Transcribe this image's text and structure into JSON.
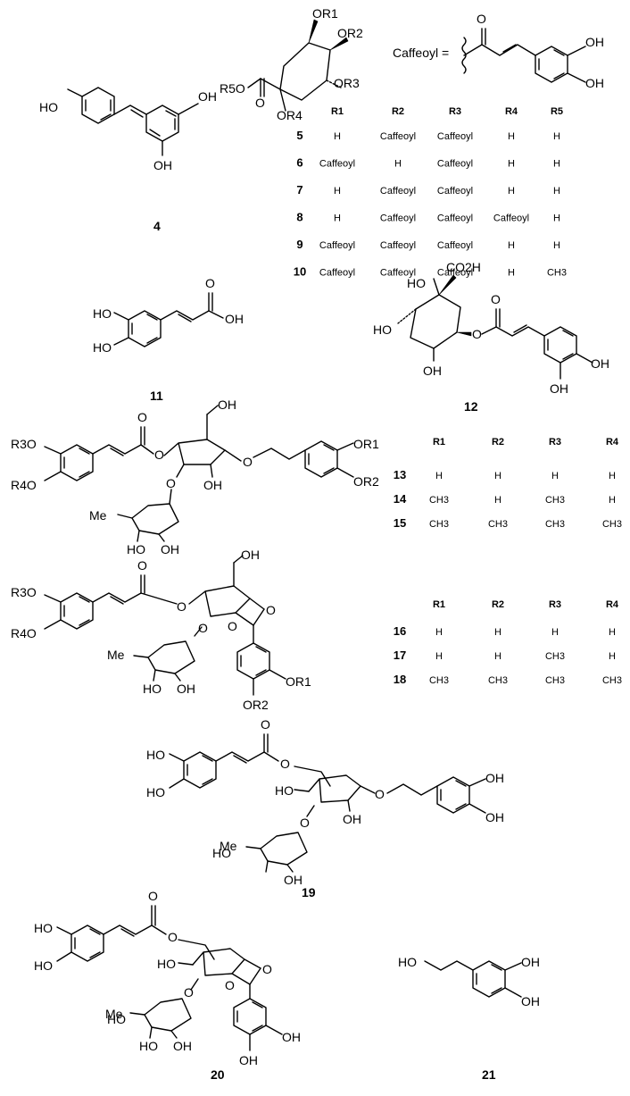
{
  "atom_labels": {
    "OH": "OH",
    "HO": "HO",
    "O": "O",
    "Me": "Me",
    "OR1": "OR1",
    "OR2": "OR2",
    "OR3": "OR3",
    "OR4": "OR4",
    "R5O": "R5O",
    "R3O": "R3O",
    "R4O": "R4O",
    "CO2H": "CO2H"
  },
  "caffeoyl_definition": "Caffeoyl =",
  "compound_ids": [
    "4",
    "11",
    "12",
    "19",
    "20",
    "21"
  ],
  "table_1": {
    "headers": [
      "R1",
      "R2",
      "R3",
      "R4",
      "R5"
    ],
    "rows": [
      {
        "id": "5",
        "cells": [
          "H",
          "Caffeoyl",
          "Caffeoyl",
          "H",
          "H"
        ]
      },
      {
        "id": "6",
        "cells": [
          "Caffeoyl",
          "H",
          "Caffeoyl",
          "H",
          "H"
        ]
      },
      {
        "id": "7",
        "cells": [
          "H",
          "Caffeoyl",
          "Caffeoyl",
          "H",
          "H"
        ]
      },
      {
        "id": "8",
        "cells": [
          "H",
          "Caffeoyl",
          "Caffeoyl",
          "Caffeoyl",
          "H"
        ]
      },
      {
        "id": "9",
        "cells": [
          "Caffeoyl",
          "Caffeoyl",
          "Caffeoyl",
          "H",
          "H"
        ]
      },
      {
        "id": "10",
        "cells": [
          "Caffeoyl",
          "Caffeoyl",
          "Caffeoyl",
          "H",
          "CH3"
        ]
      }
    ]
  },
  "table_2": {
    "headers": [
      "R1",
      "R2",
      "R3",
      "R4"
    ],
    "rows": [
      {
        "id": "13",
        "cells": [
          "H",
          "H",
          "H",
          "H"
        ]
      },
      {
        "id": "14",
        "cells": [
          "CH3",
          "H",
          "CH3",
          "H"
        ]
      },
      {
        "id": "15",
        "cells": [
          "CH3",
          "CH3",
          "CH3",
          "CH3"
        ]
      }
    ]
  },
  "table_3": {
    "headers": [
      "R1",
      "R2",
      "R3",
      "R4"
    ],
    "rows": [
      {
        "id": "16",
        "cells": [
          "H",
          "H",
          "H",
          "H"
        ]
      },
      {
        "id": "17",
        "cells": [
          "H",
          "H",
          "CH3",
          "H"
        ]
      },
      {
        "id": "18",
        "cells": [
          "CH3",
          "CH3",
          "CH3",
          "CH3"
        ]
      }
    ]
  }
}
